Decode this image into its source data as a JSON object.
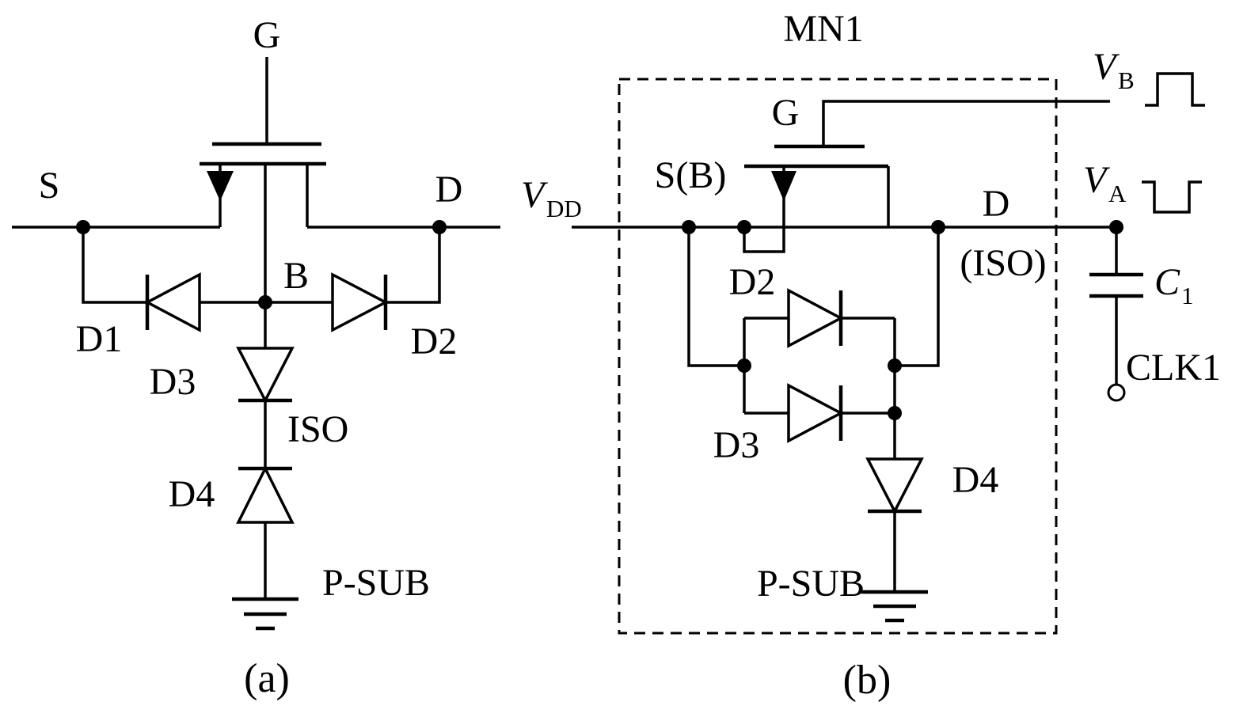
{
  "figure": {
    "background": "#ffffff",
    "line_color": "#000000",
    "panel_a": {
      "caption": "(a)",
      "gate_label": "G",
      "source_label": "S",
      "drain_label": "D",
      "body_label": "B",
      "d1_label": "D1",
      "d2_label": "D2",
      "d3_label": "D3",
      "d4_label": "D4",
      "iso_label": "ISO",
      "substrate_label": "P-SUB"
    },
    "panel_b": {
      "caption": "(b)",
      "device_label": "MN1",
      "gate_label": "G",
      "source_label": "S(B)",
      "drain_label": "D",
      "drain_iso_label": "(ISO)",
      "vdd_base": "V",
      "vdd_sub": "DD",
      "vb_base": "V",
      "vb_sub": "B",
      "va_base": "V",
      "va_sub": "A",
      "cap_base": "C",
      "cap_sub": "1",
      "clk_label": "CLK1",
      "d2_label": "D2",
      "d3_label": "D3",
      "d4_label": "D4",
      "substrate_label": "P-SUB"
    }
  }
}
